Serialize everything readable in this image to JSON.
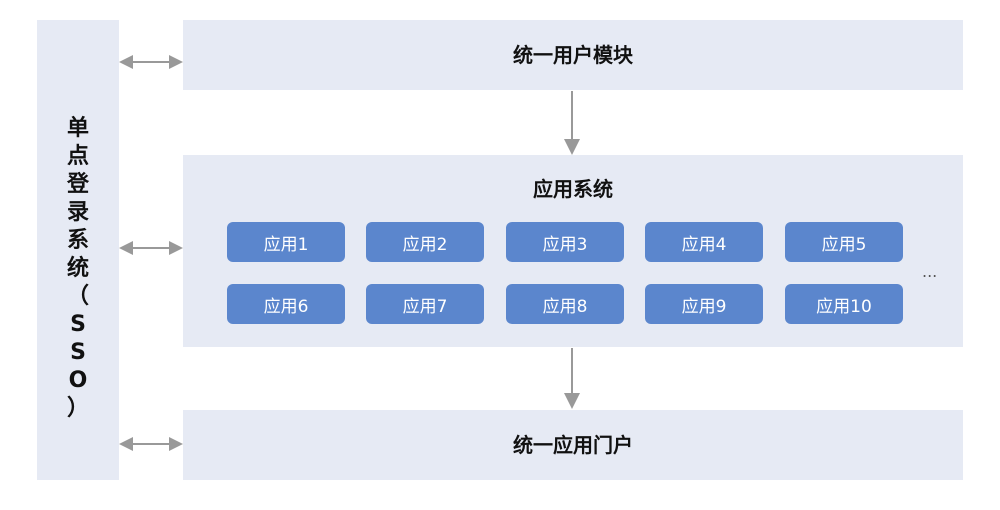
{
  "sso": {
    "chars": [
      "单",
      "点",
      "登",
      "录",
      "系",
      "统",
      "（",
      "S",
      "S",
      "O",
      "）"
    ]
  },
  "top_box": {
    "title": "统一用户模块"
  },
  "middle_box": {
    "title": "应用系统",
    "apps": [
      "应用1",
      "应用2",
      "应用3",
      "应用4",
      "应用5",
      "应用6",
      "应用7",
      "应用8",
      "应用9",
      "应用10"
    ],
    "ellipsis": "..."
  },
  "bottom_box": {
    "title": "统一应用门户"
  },
  "colors": {
    "panel": "#e6eaf4",
    "app_fill": "#5b86cd",
    "arrow": "#999999"
  }
}
